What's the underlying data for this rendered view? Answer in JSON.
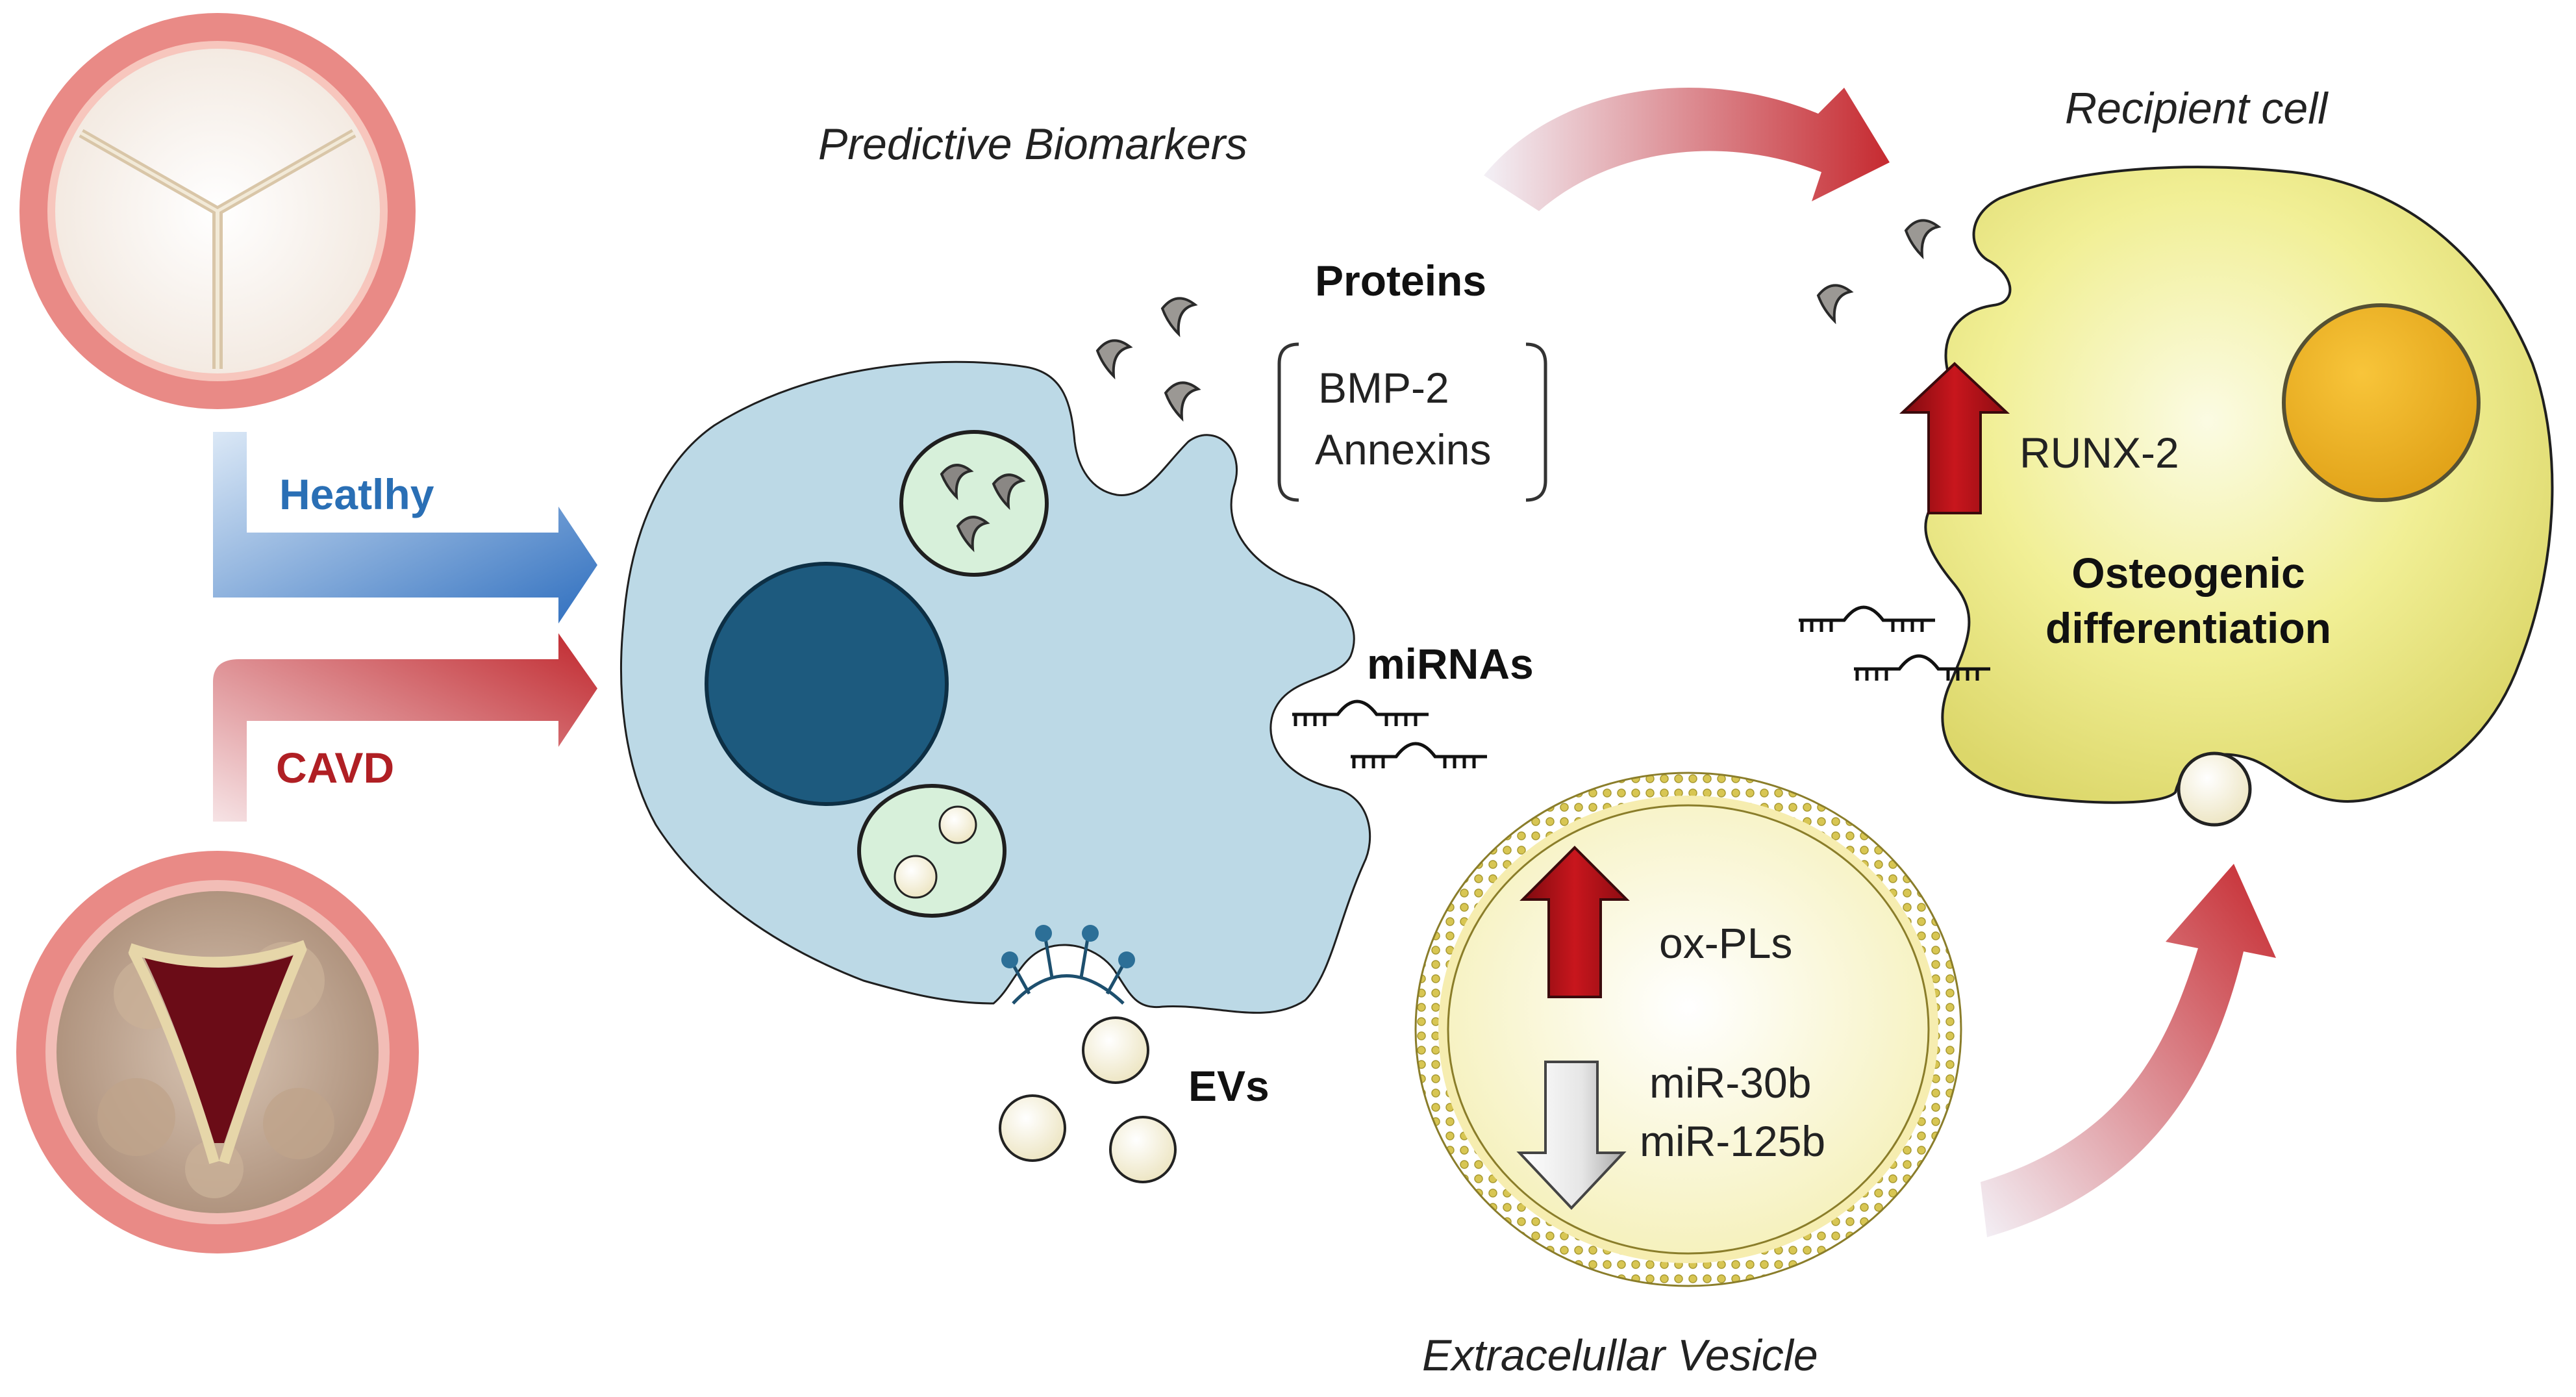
{
  "labels": {
    "predictive_biomarkers": "Predictive Biomarkers",
    "recipient_cell": "Recipient cell",
    "proteins": "Proteins",
    "bmp2": "BMP-2",
    "annexins": "Annexins",
    "mirnas": "miRNAs",
    "evs": "EVs",
    "healthy": "Heatlhy",
    "cavd": "CAVD",
    "runx2": "RUNX-2",
    "osteogenic_line1": "Osteogenic",
    "osteogenic_line2": "differentiation",
    "ox_pls": "ox-PLs",
    "mir30b": "miR-30b",
    "mir125b": "miR-125b",
    "extracellular_vesicle": "Extracelullar Vesicle"
  },
  "colors": {
    "healthy_blue": "#2a6fb5",
    "cavd_red": "#b01f24",
    "cell_blue": "#bcd9e6",
    "nucleus": "#1d5a7e",
    "recipient_yellow": "#f1ee8a",
    "vesicle_fill": "#fbf7d2",
    "up_arrow_red": "#b3151c"
  },
  "icons": [
    "healthy-valve-icon",
    "calcified-valve-icon",
    "up-arrow-icon",
    "down-arrow-icon",
    "protein-icon",
    "mirna-icon",
    "ev-icon"
  ]
}
